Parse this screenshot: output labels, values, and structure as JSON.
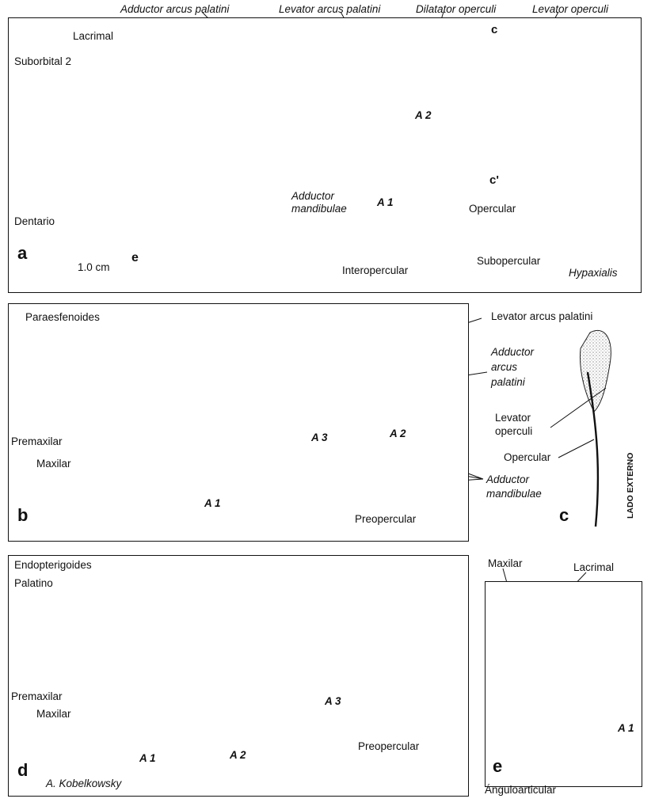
{
  "panel_a": {
    "letter": "a",
    "labels": {
      "adductor_arcus_palatini": "Adductor arcus palatini",
      "levator_arcus_palatini": "Levator arcus palatini",
      "dilatator_operculi": "Dilatator operculi",
      "levator_operculi": "Levator operculi",
      "lacrimal": "Lacrimal",
      "suborbital_2": "Suborbital 2",
      "dentario": "Dentario",
      "adductor": "Adductor",
      "mandibulae": "mandibulae",
      "a1": "A 1",
      "a2": "A 2",
      "opercular": "Opercular",
      "subopercular": "Subopercular",
      "interopercular": "Interopercular",
      "hypaxialis": "Hypaxialis",
      "c_top": "c",
      "c_bottom": "c'",
      "inset_e": "e",
      "scale": "1.0 cm"
    }
  },
  "panel_b": {
    "letter": "b",
    "labels": {
      "paraesfenoides": "Paraesfenoides",
      "levator_arcus_palatini": "Levator arcus palatini",
      "adductor": "Adductor",
      "arcus": "arcus",
      "palatini": "palatini",
      "premaxilar": "Premaxilar",
      "maxilar": "Maxilar",
      "a1": "A 1",
      "a2": "A 2",
      "a3": "A 3",
      "adductor2": "Adductor",
      "mandibulae": "mandibulae",
      "preopercular": "Preopercular"
    }
  },
  "panel_c": {
    "letter": "c",
    "labels": {
      "levator": "Levator",
      "operculi": "operculi",
      "opercular": "Opercular",
      "lado_externo": "LADO EXTERNO"
    }
  },
  "panel_d": {
    "letter": "d",
    "labels": {
      "endopterigoides": "Endopterigoides",
      "palatino": "Palatino",
      "premaxilar": "Premaxilar",
      "maxilar": "Maxilar",
      "a1": "A 1",
      "a2": "A 2",
      "a3": "A 3",
      "preopercular": "Preopercular",
      "author": "A. Kobelkowsky"
    }
  },
  "panel_e": {
    "letter": "e",
    "labels": {
      "maxilar": "Maxilar",
      "lacrimal": "Lacrimal",
      "a1": "A 1",
      "anguloarticular": "Ánguloarticular"
    }
  },
  "colors": {
    "ink": "#111111",
    "stipple": "#555555",
    "paper": "#ffffff"
  }
}
